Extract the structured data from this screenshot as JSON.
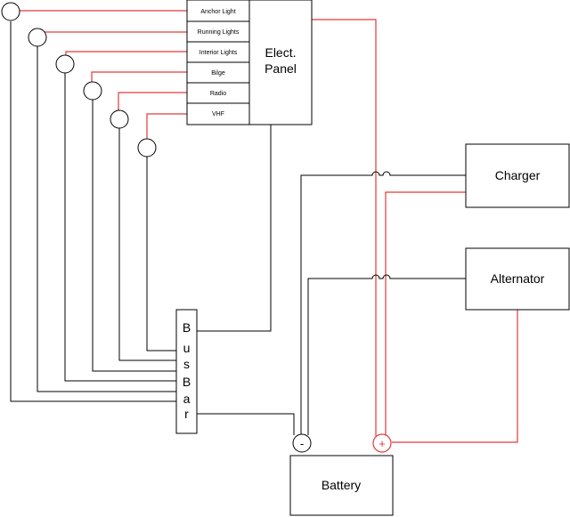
{
  "panel": {
    "title_line1": "Elect.",
    "title_line2": "Panel",
    "circuits": [
      "Anchor Light",
      "Running Lights",
      "Interior Lights",
      "Bilge",
      "Radio",
      "VHF"
    ]
  },
  "charger": {
    "label": "Charger"
  },
  "alternator": {
    "label": "Alternator"
  },
  "battery": {
    "label": "Battery",
    "negative": "-",
    "positive": "+"
  },
  "busbar": {
    "letters": [
      "B",
      "u",
      "s",
      "B",
      "a",
      "r"
    ]
  },
  "colors": {
    "positive_wire": "#e23a3a",
    "negative_wire": "#000000"
  }
}
